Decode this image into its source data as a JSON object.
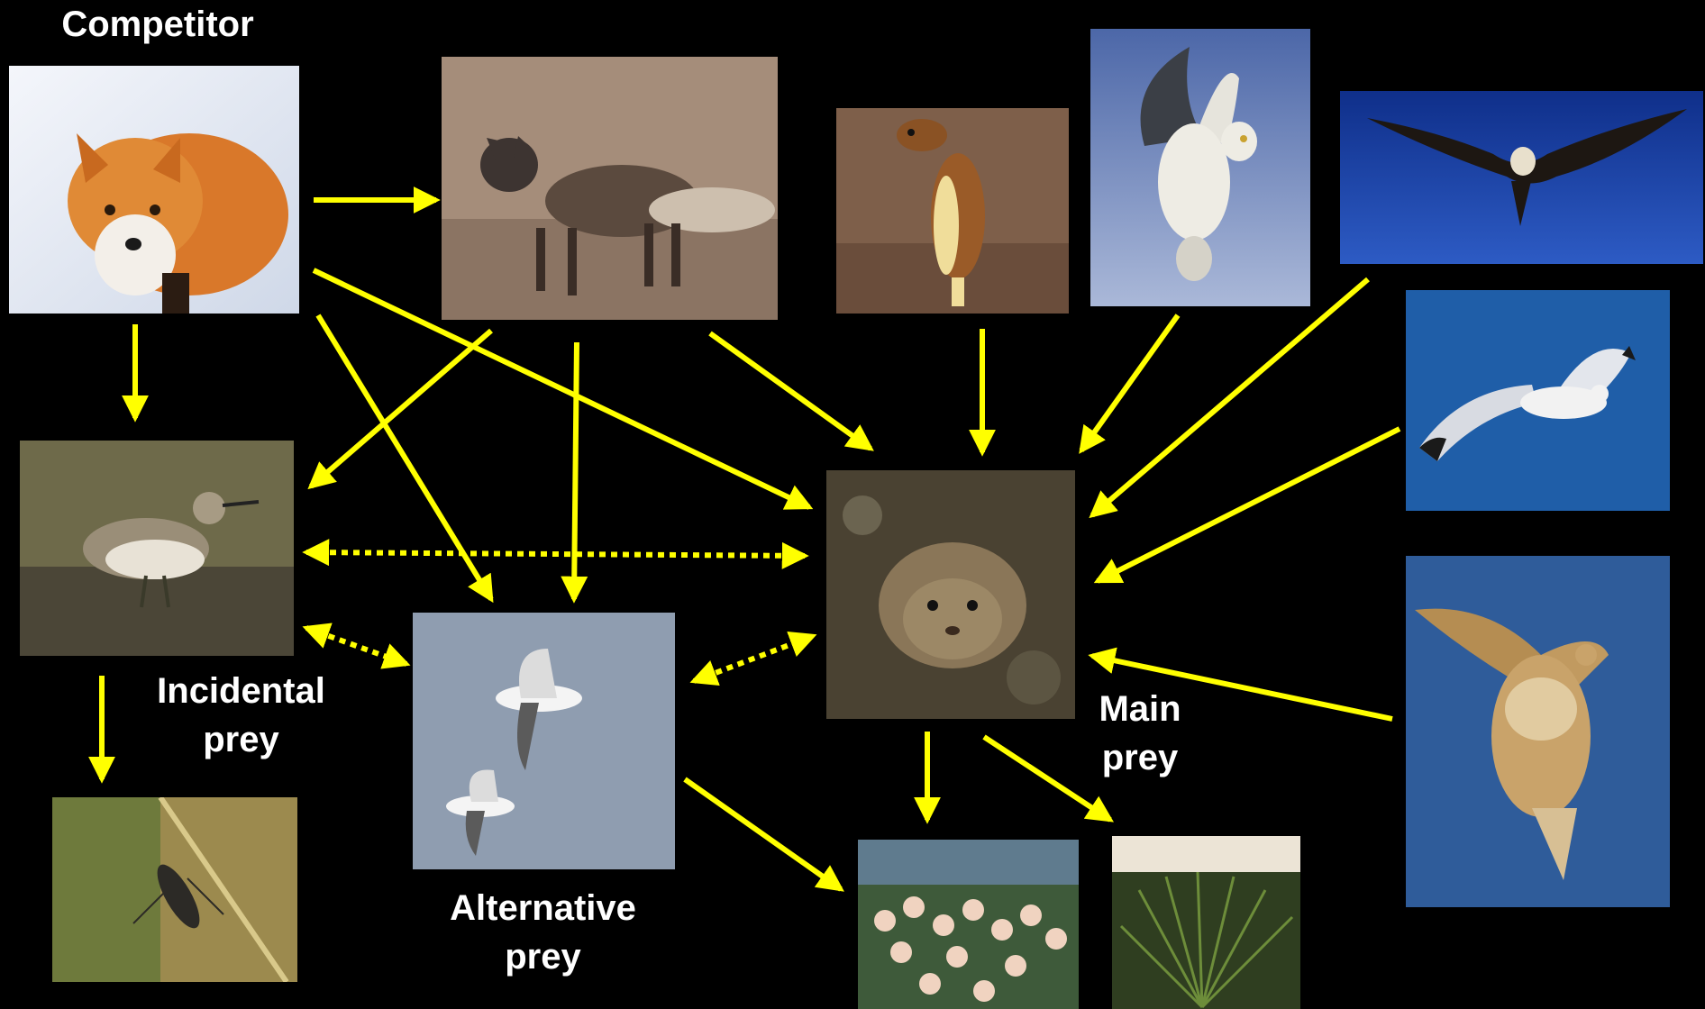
{
  "labels": {
    "competitor": "Competitor",
    "incidental_prey": [
      "Incidental",
      "prey"
    ],
    "alternative_prey": [
      "Alternative",
      "prey"
    ],
    "main_prey": [
      "Main",
      "prey"
    ]
  },
  "colors": {
    "background": "#000000",
    "arrow": "#ffff00",
    "label_text": "#ffffff"
  },
  "nodes": [
    {
      "id": "red-fox",
      "role": "competitor"
    },
    {
      "id": "arctic-fox",
      "role": "predator"
    },
    {
      "id": "stoat",
      "role": "predator"
    },
    {
      "id": "snowy-owl",
      "role": "predator"
    },
    {
      "id": "jaeger",
      "role": "predator"
    },
    {
      "id": "gull",
      "role": "predator"
    },
    {
      "id": "rough-legged-hawk",
      "role": "predator"
    },
    {
      "id": "sandpiper",
      "role": "incidental prey"
    },
    {
      "id": "snow-goose",
      "role": "alternative prey"
    },
    {
      "id": "lemming",
      "role": "main prey"
    },
    {
      "id": "insect",
      "role": "food of incidental prey"
    },
    {
      "id": "cottongrass",
      "role": "plant"
    },
    {
      "id": "sedge",
      "role": "plant"
    }
  ],
  "links": [
    {
      "from": "red-fox",
      "to": "arctic-fox",
      "type": "predation"
    },
    {
      "from": "red-fox",
      "to": "sandpiper",
      "type": "predation"
    },
    {
      "from": "red-fox",
      "to": "snow-goose",
      "type": "predation"
    },
    {
      "from": "red-fox",
      "to": "lemming",
      "type": "predation"
    },
    {
      "from": "arctic-fox",
      "to": "sandpiper",
      "type": "predation"
    },
    {
      "from": "arctic-fox",
      "to": "snow-goose",
      "type": "predation"
    },
    {
      "from": "arctic-fox",
      "to": "lemming",
      "type": "predation"
    },
    {
      "from": "stoat",
      "to": "lemming",
      "type": "predation"
    },
    {
      "from": "snowy-owl",
      "to": "lemming",
      "type": "predation"
    },
    {
      "from": "jaeger",
      "to": "lemming",
      "type": "predation"
    },
    {
      "from": "gull",
      "to": "lemming",
      "type": "predation"
    },
    {
      "from": "rough-legged-hawk",
      "to": "lemming",
      "type": "predation"
    },
    {
      "from": "sandpiper",
      "to": "insect",
      "type": "predation"
    },
    {
      "from": "snow-goose",
      "to": "cottongrass",
      "type": "herbivory"
    },
    {
      "from": "lemming",
      "to": "cottongrass",
      "type": "herbivory"
    },
    {
      "from": "lemming",
      "to": "sedge",
      "type": "herbivory"
    },
    {
      "from": "sandpiper",
      "to": "lemming",
      "type": "indirect interaction"
    },
    {
      "from": "sandpiper",
      "to": "snow-goose",
      "type": "indirect interaction"
    },
    {
      "from": "snow-goose",
      "to": "lemming",
      "type": "indirect interaction"
    }
  ]
}
